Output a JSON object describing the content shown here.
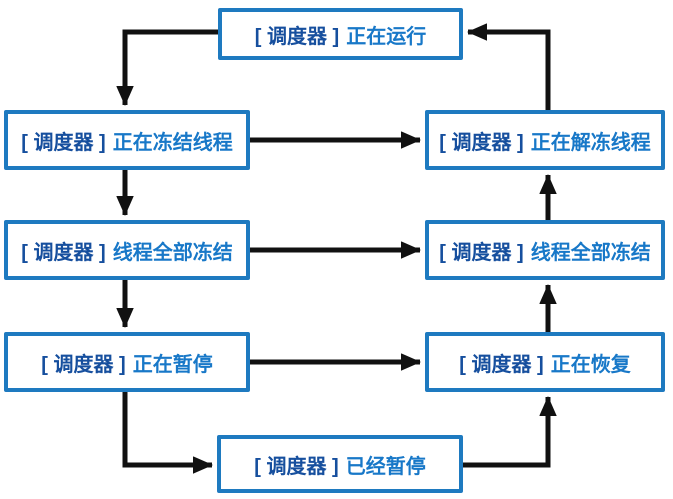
{
  "diagram": {
    "title": "scheduler-state-flowchart",
    "colors": {
      "box_border": "#1e7ac0",
      "label_prefix": "#164f9e",
      "label_state": "#1878c8",
      "arrow": "#111111",
      "background": "#ffffff"
    },
    "nodes": [
      {
        "id": "running",
        "prefix": "[ 调度器 ]",
        "state": "正在运行"
      },
      {
        "id": "freezing",
        "prefix": "[ 调度器 ]",
        "state": "正在冻结线程"
      },
      {
        "id": "all-frozen-left",
        "prefix": "[ 调度器 ]",
        "state": "线程全部冻结"
      },
      {
        "id": "suspending",
        "prefix": "[ 调度器 ]",
        "state": "正在暂停"
      },
      {
        "id": "suspended",
        "prefix": "[ 调度器 ]",
        "state": "已经暂停"
      },
      {
        "id": "resuming",
        "prefix": "[ 调度器 ]",
        "state": "正在恢复"
      },
      {
        "id": "all-frozen-right",
        "prefix": "[ 调度器 ]",
        "state": "线程全部冻结"
      },
      {
        "id": "unfreezing",
        "prefix": "[ 调度器 ]",
        "state": "正在解冻线程"
      }
    ],
    "edges": [
      {
        "from": "running",
        "to": "freezing"
      },
      {
        "from": "freezing",
        "to": "all-frozen-left"
      },
      {
        "from": "all-frozen-left",
        "to": "suspending"
      },
      {
        "from": "suspending",
        "to": "suspended"
      },
      {
        "from": "suspended",
        "to": "resuming"
      },
      {
        "from": "resuming",
        "to": "all-frozen-right"
      },
      {
        "from": "all-frozen-right",
        "to": "unfreezing"
      },
      {
        "from": "unfreezing",
        "to": "running"
      },
      {
        "from": "freezing",
        "to": "unfreezing"
      },
      {
        "from": "all-frozen-left",
        "to": "all-frozen-right"
      },
      {
        "from": "suspending",
        "to": "resuming"
      }
    ]
  }
}
